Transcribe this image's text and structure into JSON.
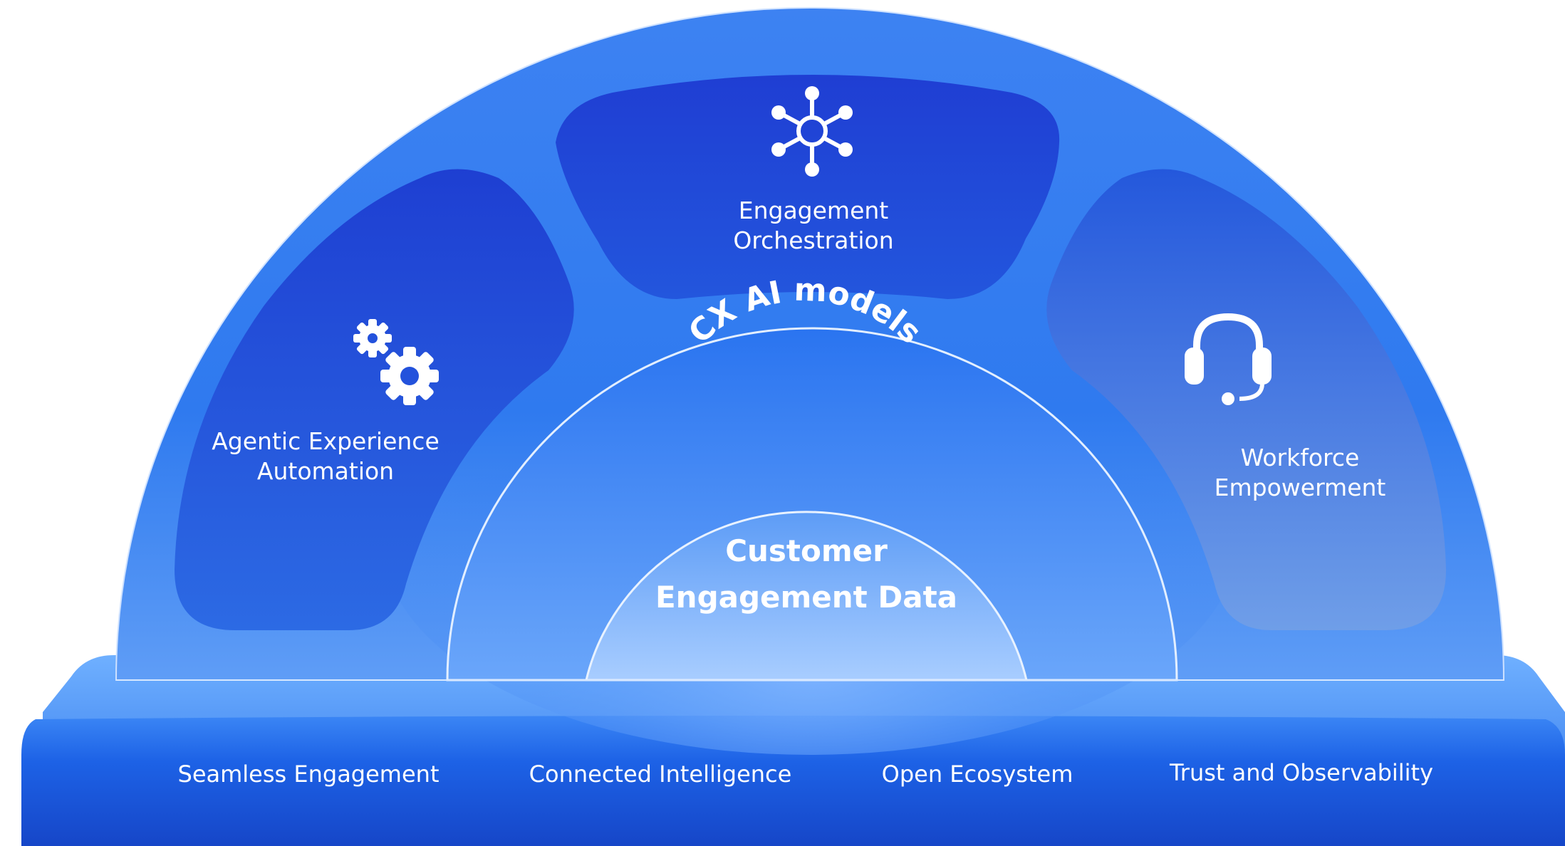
{
  "segments": {
    "left": {
      "line1": "Agentic Experience",
      "line2": "Automation",
      "icon": "gears-icon"
    },
    "top": {
      "line1": "Engagement",
      "line2": "Orchestration",
      "icon": "network-hub-icon"
    },
    "right": {
      "line1": "Workforce",
      "line2": "Empowerment",
      "icon": "headset-icon"
    }
  },
  "ring": {
    "label": "CX AI models"
  },
  "core": {
    "line1": "Customer",
    "line2": "Engagement Data"
  },
  "pillars": [
    "Seamless Engagement",
    "Connected Intelligence",
    "Open Ecosystem",
    "Trust and Observability"
  ],
  "colors": {
    "dome": "#2f7cf0",
    "segment": "#1f4fd6",
    "base": "#1a5fe0",
    "core": "#8ec0ff"
  }
}
